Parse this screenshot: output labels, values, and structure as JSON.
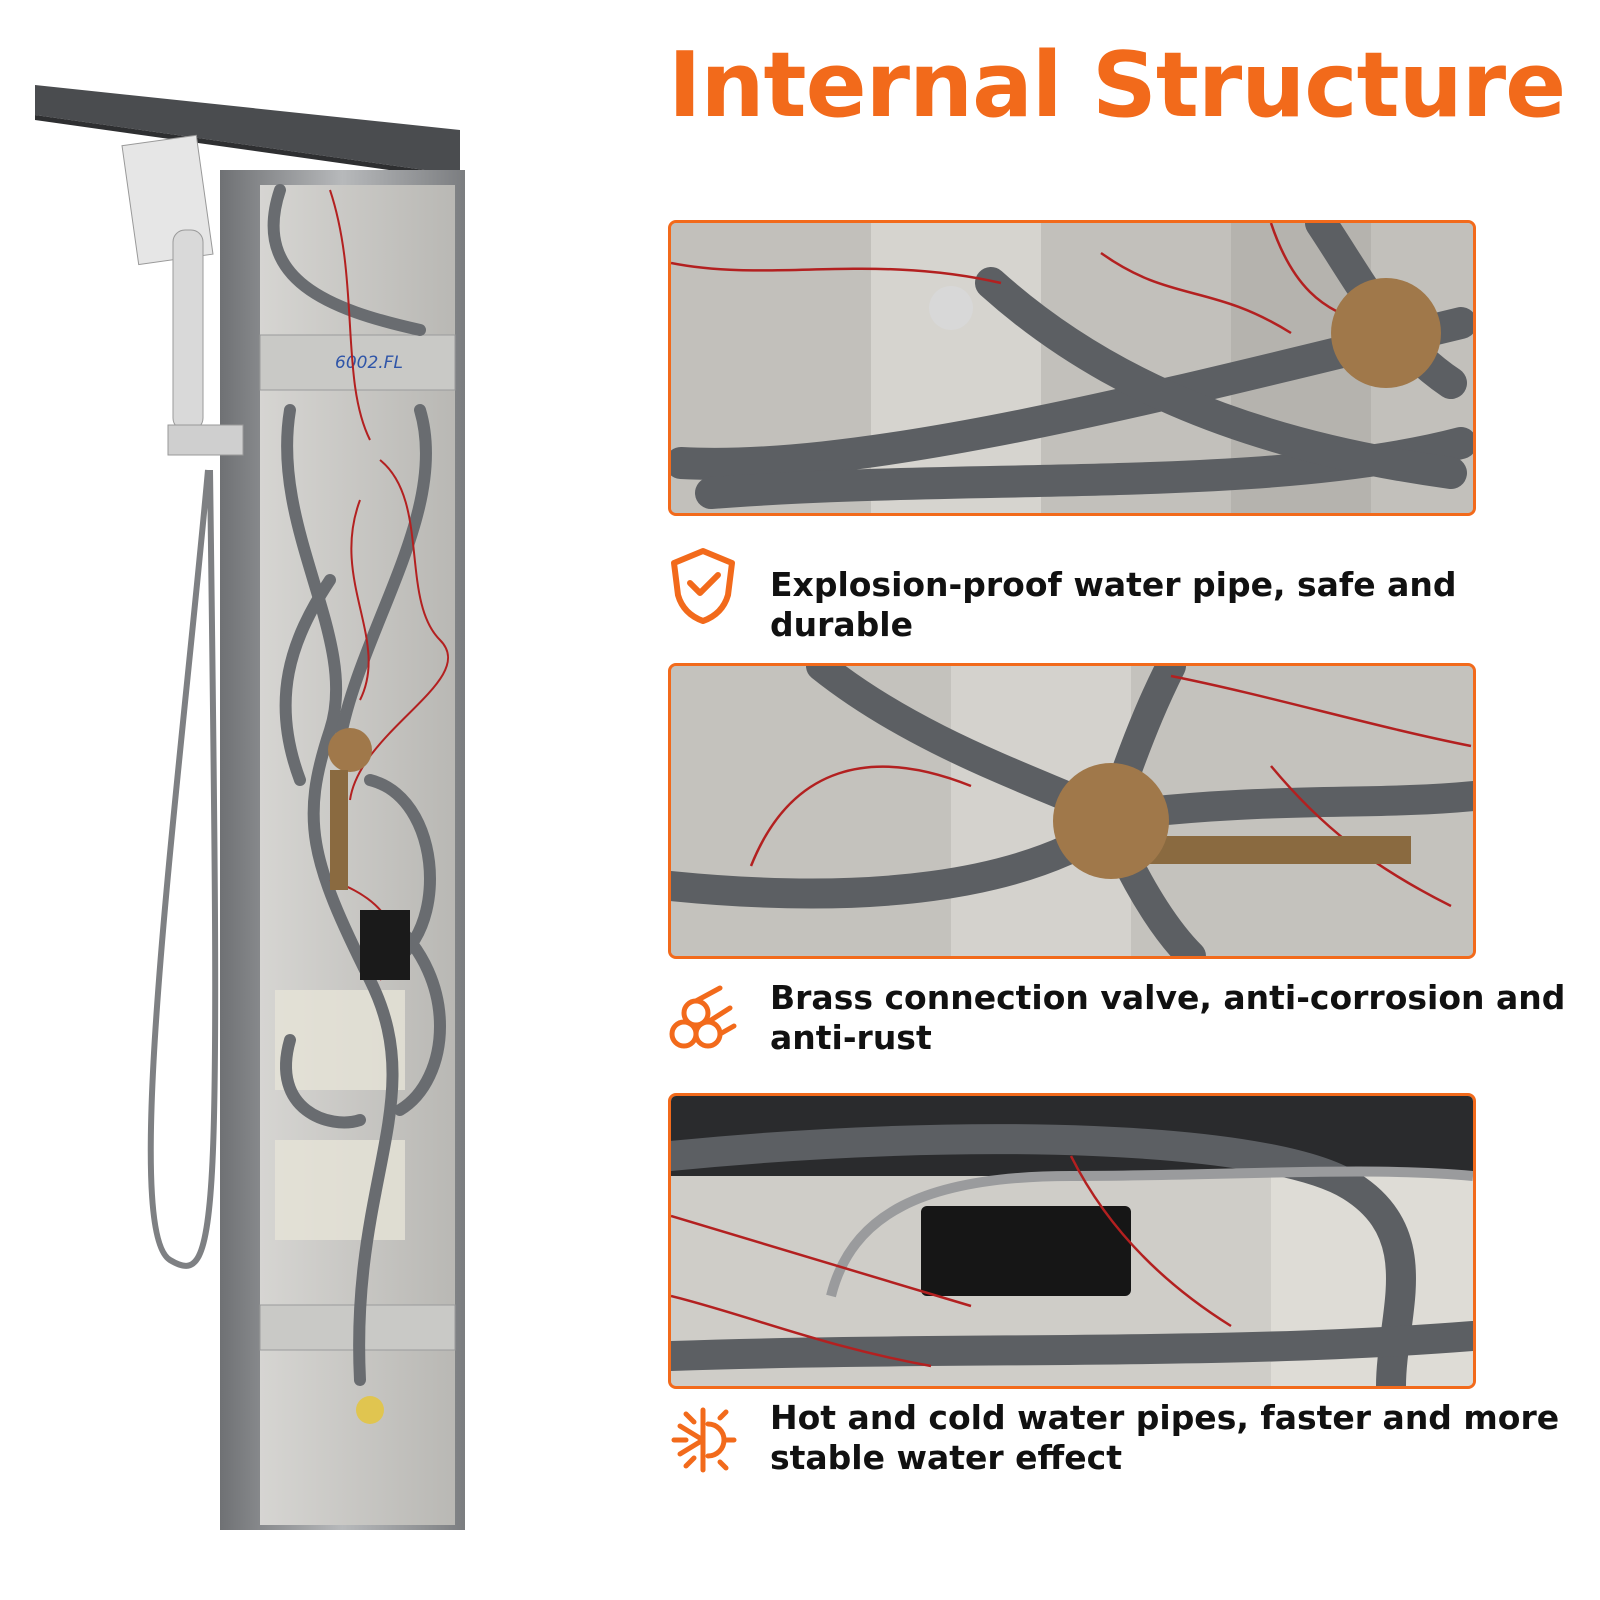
{
  "title": "Internal Structure",
  "panel_label": "6002.FL",
  "features": [
    {
      "icon": "shield-check-icon",
      "text": "Explosion-proof water pipe, safe and durable"
    },
    {
      "icon": "pipes-icon",
      "text": "Brass connection valve, anti-corrosion and anti-rust"
    },
    {
      "icon": "hot-cold-icon",
      "text": "Hot and cold water pipes, faster and more stable water effect"
    }
  ],
  "colors": {
    "accent": "#f26a1b",
    "text": "#111111",
    "hose": "#6b6e72",
    "brass": "#a0784a",
    "steel": "#8d8f92"
  }
}
